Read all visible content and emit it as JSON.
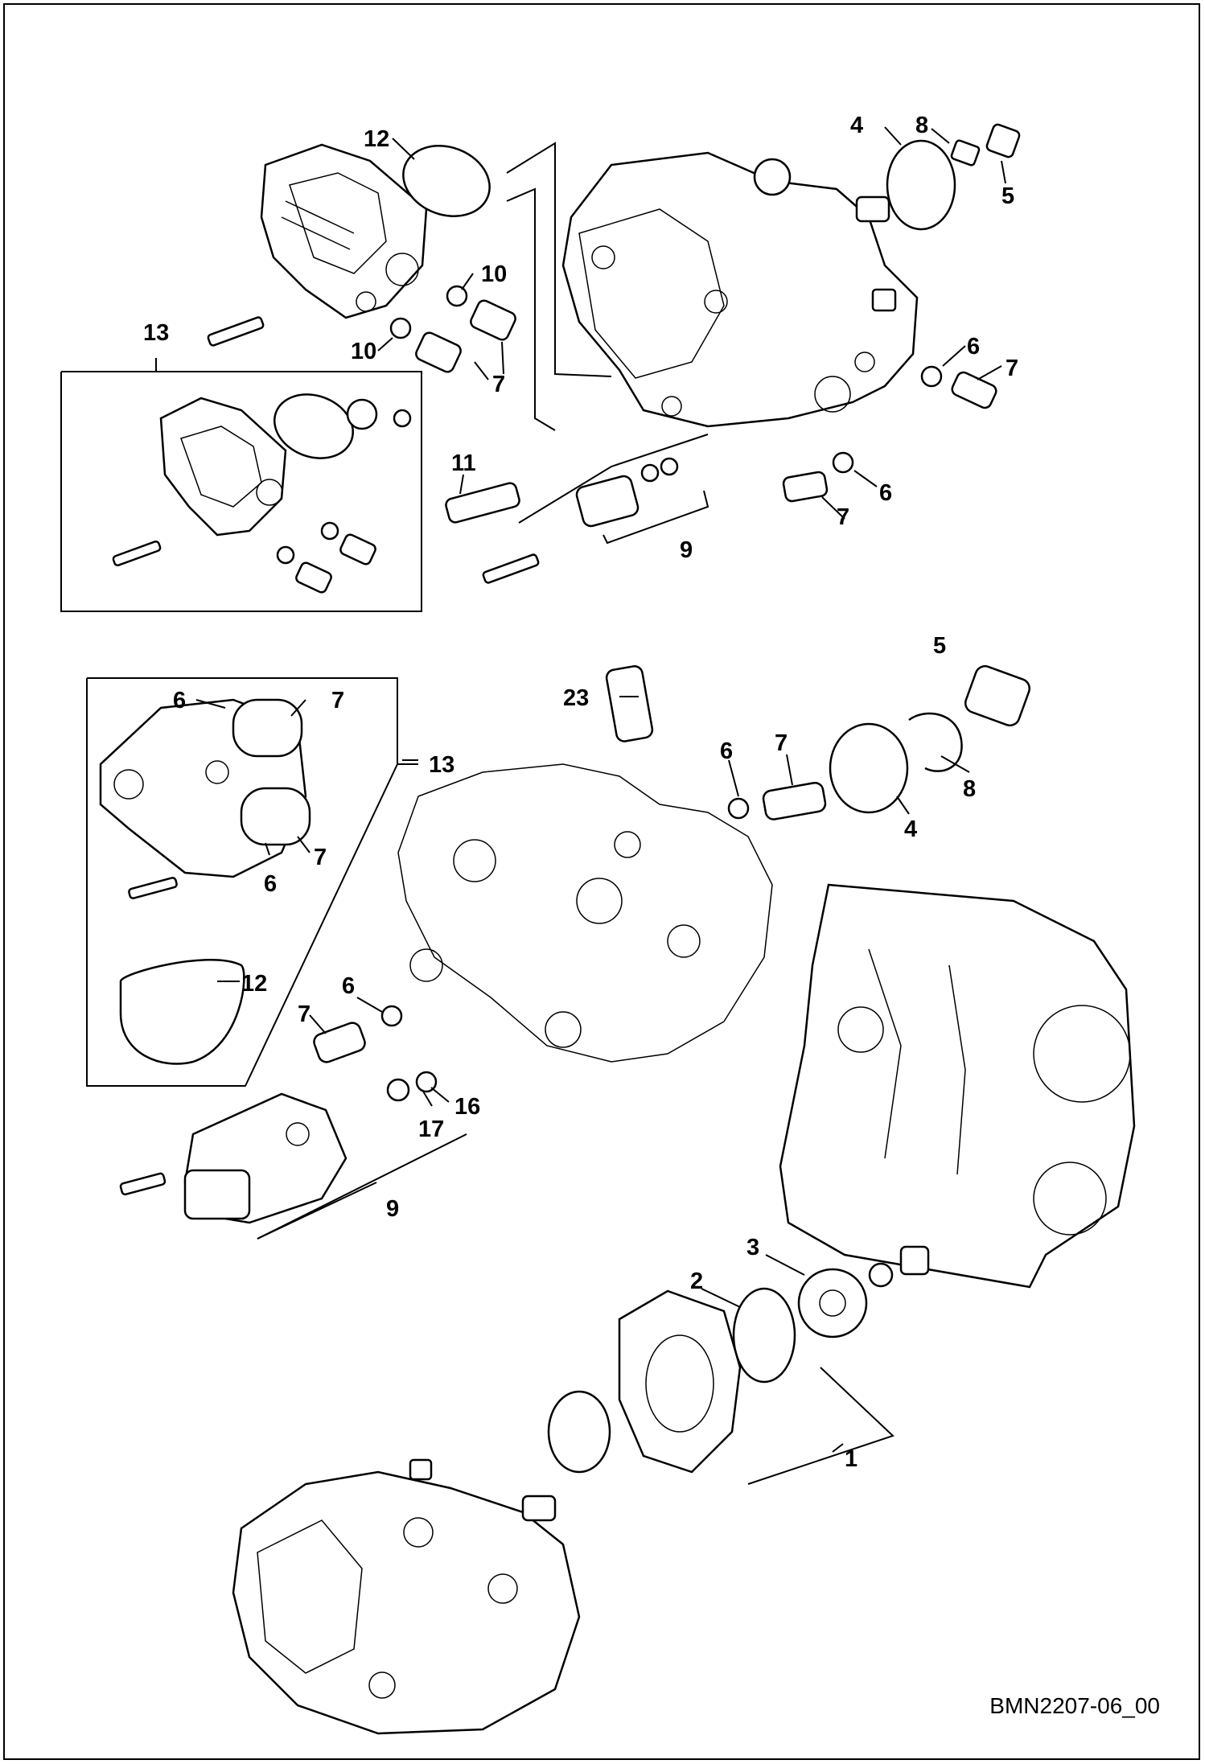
{
  "drawing_ref": "BMN2207-06_00",
  "callouts": {
    "c1": "1",
    "c2": "2",
    "c3": "3",
    "c4a": "4",
    "c4b": "4",
    "c5a": "5",
    "c5b": "5",
    "c6a": "6",
    "c6b": "6",
    "c6c": "6",
    "c6d": "6",
    "c6e": "6",
    "c6f": "6",
    "c7a": "7",
    "c7b": "7",
    "c7c": "7",
    "c7d": "7",
    "c7e": "7",
    "c7f": "7",
    "c7g": "7",
    "c8a": "8",
    "c8b": "8",
    "c9a": "9",
    "c9b": "9",
    "c10a": "10",
    "c10b": "10",
    "c11": "11",
    "c12a": "12",
    "c12b": "12",
    "c13a": "13",
    "c13b": "13",
    "c16": "16",
    "c17": "17",
    "c23": "23"
  },
  "icons": [
    "high-pressure-pump",
    "pump-housing",
    "front-cover",
    "gear",
    "o-ring",
    "nut",
    "washer",
    "fitting",
    "bolt",
    "metering-valve"
  ]
}
